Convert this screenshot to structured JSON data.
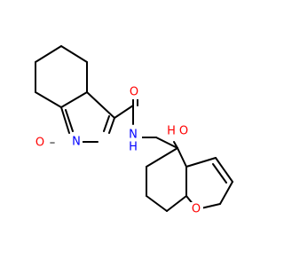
{
  "structure": {
    "colors": {
      "bond": "#000000",
      "oxygen": "#ff0000",
      "nitrogen": "#0000ff",
      "background": "#ffffff"
    },
    "atoms": {
      "isoxazole_o": {
        "text": "O",
        "element": "O"
      },
      "isoxazole_n": {
        "text": "N",
        "element": "N"
      },
      "carbonyl_o": {
        "text": "O",
        "element": "O"
      },
      "amide_nh": {
        "text": "N",
        "element": "N"
      },
      "amide_h": {
        "text": "H",
        "element": "N"
      },
      "hydroxyl_o": {
        "text": "O",
        "element": "O"
      },
      "hydroxyl_h": {
        "text": "H",
        "element": "O"
      },
      "furan_o": {
        "text": "O",
        "element": "O"
      }
    }
  }
}
